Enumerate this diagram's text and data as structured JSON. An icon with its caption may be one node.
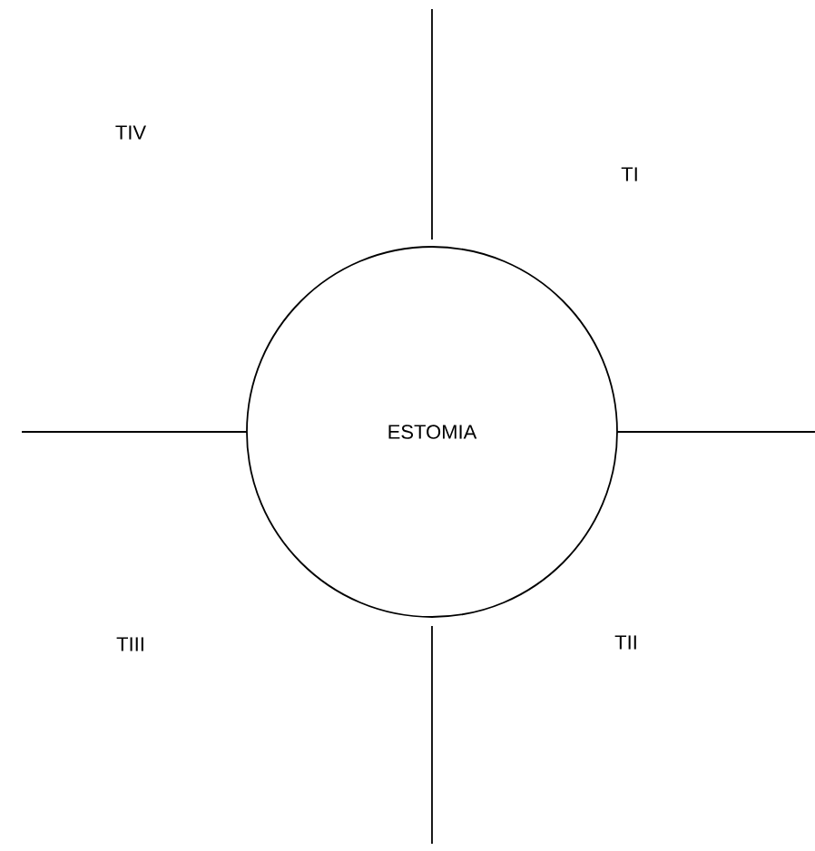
{
  "diagram": {
    "nodes": [
      {
        "text": [
          "ESTOMIA"
        ]
      }
    ],
    "labels": [
      "TIV",
      "TI",
      "TIII",
      "TII"
    ]
  }
}
